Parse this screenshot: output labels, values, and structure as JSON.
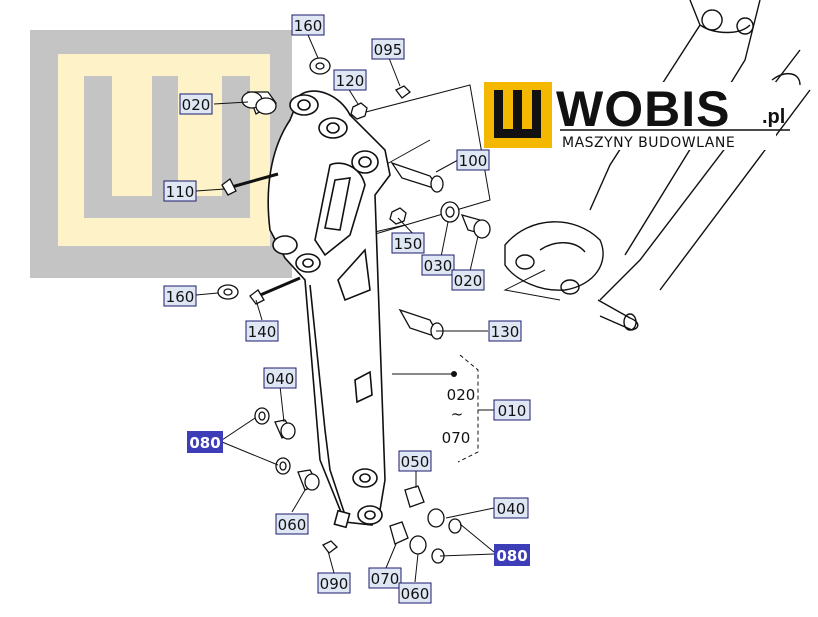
{
  "brand": {
    "name": "WOBIS",
    "suffix": ".pl",
    "tagline": "MASZYNY BUDOWLANE"
  },
  "callouts": {
    "p160_top": "160",
    "p095": "095",
    "p120": "120",
    "p020_left": "020",
    "p100": "100",
    "p110": "110",
    "p150": "150",
    "p030": "030",
    "p020_right": "020",
    "p160_bottom": "160",
    "p140": "140",
    "p130": "130",
    "p040_top": "040",
    "p080_left": "080",
    "p010": "010",
    "p050": "050",
    "p040_bottom": "040",
    "p060_left": "060",
    "p090": "090",
    "p070": "070",
    "p060_bottom": "060",
    "p080_right": "080"
  },
  "range": {
    "start": "020",
    "tilde": "~",
    "end": "070"
  },
  "colors": {
    "highlight": "#3d3db8",
    "logo_yellow": "#f5b800",
    "watermark_grey": "#c4c4c4",
    "watermark_cream": "#fdf2c8",
    "callout_fill": "#dfe6f4",
    "callout_border": "#1b1b6b"
  }
}
